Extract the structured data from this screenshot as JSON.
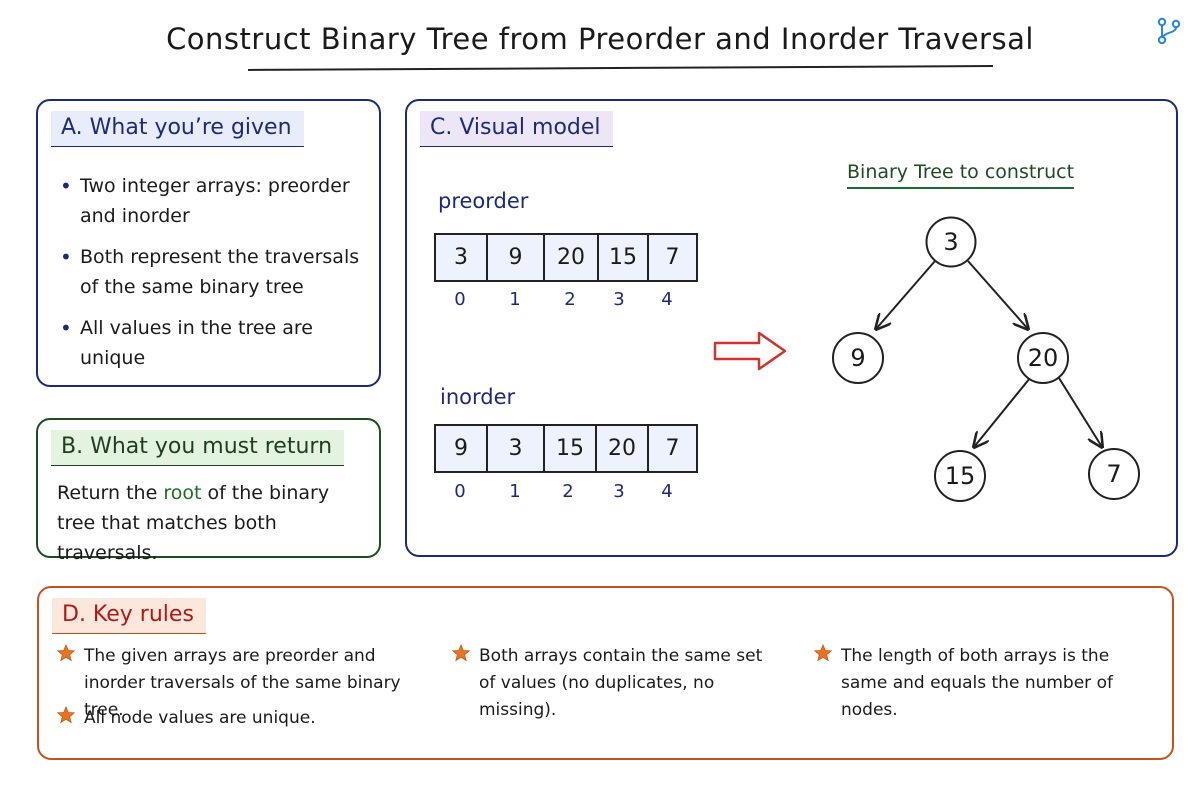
{
  "title": "Construct Binary Tree from Preorder and Inorder Traversal",
  "panel_a": {
    "heading": "A. What you’re given",
    "bullets": [
      "Two integer arrays: preorder and inorder",
      "Both represent the traversals of the same binary tree",
      "All values in the tree are unique"
    ]
  },
  "panel_b": {
    "heading": "B. What you must return",
    "text_before": "Return the ",
    "keyword": "root",
    "text_after": " of the binary tree that matches both traversals."
  },
  "panel_c": {
    "heading": "C. Visual model",
    "preorder_label": "preorder",
    "preorder_values": [
      "3",
      "9",
      "20",
      "15",
      "7"
    ],
    "preorder_indices": [
      "0",
      "1",
      "2",
      "3",
      "4"
    ],
    "inorder_label": "inorder",
    "inorder_values": [
      "9",
      "3",
      "15",
      "20",
      "7"
    ],
    "inorder_indices": [
      "0",
      "1",
      "2",
      "3",
      "4"
    ],
    "tree_title": "Binary Tree to construct",
    "tree_nodes": [
      "3",
      "9",
      "20",
      "15",
      "7"
    ]
  },
  "panel_d": {
    "heading": "D. Key rules",
    "rules": [
      "The given arrays are preorder and inorder traversals of the same binary tree.",
      "All node values are unique.",
      "Both arrays contain the same set of values (no duplicates, no missing).",
      "The length of both arrays is the same and equals the number of nodes."
    ]
  },
  "colors": {
    "navy": "#1e2a78",
    "green": "#1f4a22",
    "orange": "#c8521a",
    "red": "#b11a14",
    "arrow_red": "#d0342c"
  },
  "icons": [
    "git-branch-icon",
    "red-arrow-right-icon",
    "star-icon"
  ]
}
